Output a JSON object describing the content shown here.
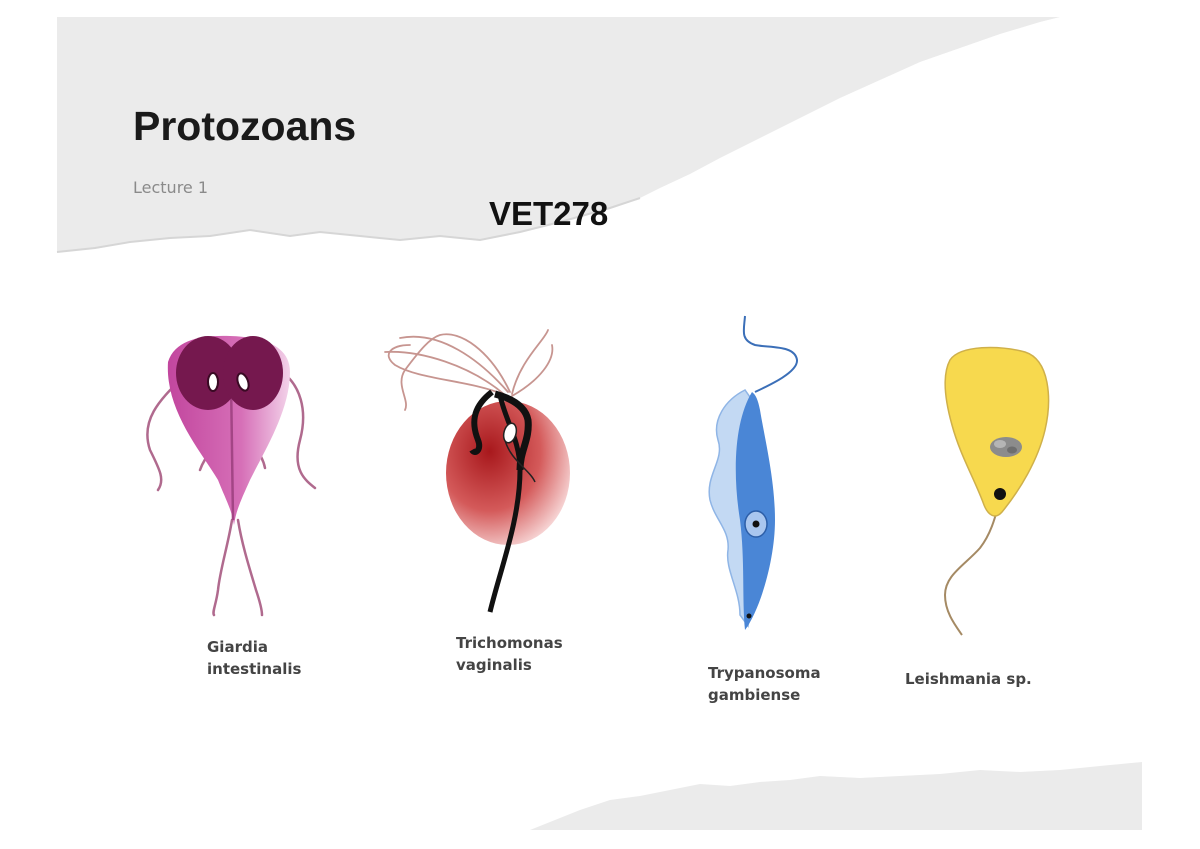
{
  "slide": {
    "title": "Protozoans",
    "subtitle": "Lecture 1",
    "course_code": "VET278"
  },
  "organisms": [
    {
      "line1": "Giardia",
      "line2": "intestinalis",
      "color": "#c2469e",
      "icon": "giardia-illustration"
    },
    {
      "line1": "Trichomonas",
      "line2": "vaginalis",
      "color": "#b8262a",
      "icon": "trichomonas-illustration"
    },
    {
      "line1": "Trypanosoma",
      "line2": "gambiense",
      "color": "#4a86d6",
      "icon": "trypanosoma-illustration"
    },
    {
      "line1": "Leishmania sp.",
      "line2": "",
      "color": "#f7d94e",
      "icon": "leishmania-illustration"
    }
  ],
  "colors": {
    "paper": "#ebebeb",
    "title": "#1a1a1a",
    "subtitle": "#8a8a8a"
  }
}
